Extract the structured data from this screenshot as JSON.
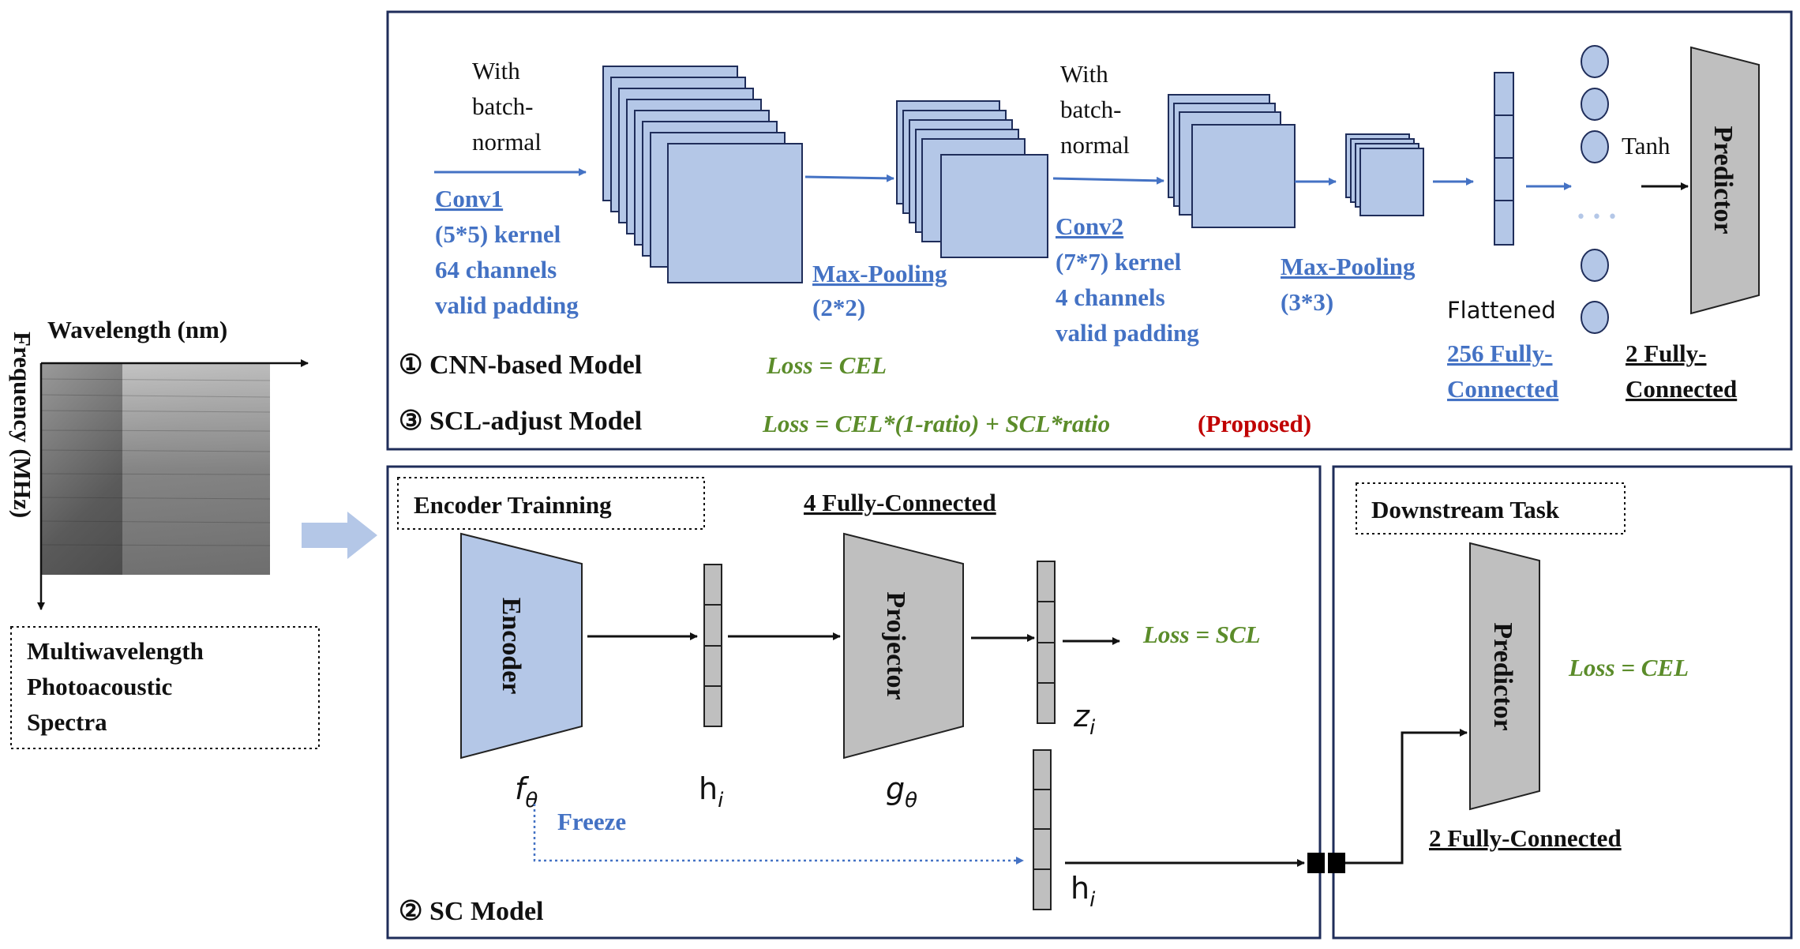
{
  "spectra": {
    "x_axis_label": "Wavelength (nm)",
    "y_axis_label": "Frequency (MHz)",
    "caption_lines": [
      "Multiwavelength",
      "Photoacoustic",
      "Spectra"
    ]
  },
  "cnn": {
    "conv1_note_lines": [
      "With",
      "batch-",
      "normal"
    ],
    "conv1_title": "Conv1",
    "conv1_detail_lines": [
      "(5*5) kernel",
      "64 channels",
      "valid padding"
    ],
    "pool1_title": "Max-Pooling",
    "pool1_detail": "(2*2)",
    "conv2_note_lines": [
      "With",
      "batch-",
      "normal"
    ],
    "conv2_title": "Conv2",
    "conv2_detail_lines": [
      "(7*7) kernel",
      "4 channels",
      "valid padding"
    ],
    "pool2_title": "Max-Pooling",
    "pool2_detail": "(3*3)",
    "flattened_label": "Flattened",
    "fc256_lines": [
      "256 Fully-",
      "Connected"
    ],
    "tanh_label": "Tanh",
    "dots": "• • •",
    "predictor_label": "Predictor",
    "fc2_lines": [
      "2 Fully-",
      "Connected"
    ],
    "model1_label": "① CNN-based Model",
    "model1_loss": "Loss = CEL",
    "model3_label": "③ SCL-adjust Model",
    "model3_loss": "Loss = CEL*(1-ratio) + SCL*ratio",
    "model3_tag": "(Proposed)"
  },
  "sc": {
    "encoder_box_label": "Encoder Trainning",
    "fc4_label": "4 Fully-Connected",
    "encoder_label": "Encoder",
    "projector_label": "Projector",
    "f_theta": "f",
    "f_sub": "θ",
    "h_label": "h",
    "h_sub": "i",
    "g_theta": "g",
    "g_sub": "θ",
    "z_label": "z",
    "z_sub": "i",
    "loss_scl": "Loss = SCL",
    "freeze_label": "Freeze",
    "model2_label": "② SC Model"
  },
  "downstream": {
    "box_label": "Downstream Task",
    "predictor_label": "Predictor",
    "loss_cel": "Loss = CEL",
    "fc2_label": "2 Fully-Connected"
  },
  "colors": {
    "accent_blue": "#4472c4",
    "fill_blue": "#b4c7e7",
    "fill_gray": "#bfbfbf",
    "frame_navy": "#1f2d5a",
    "loss_green": "#5b8c2a",
    "proposed_red": "#c00000"
  }
}
